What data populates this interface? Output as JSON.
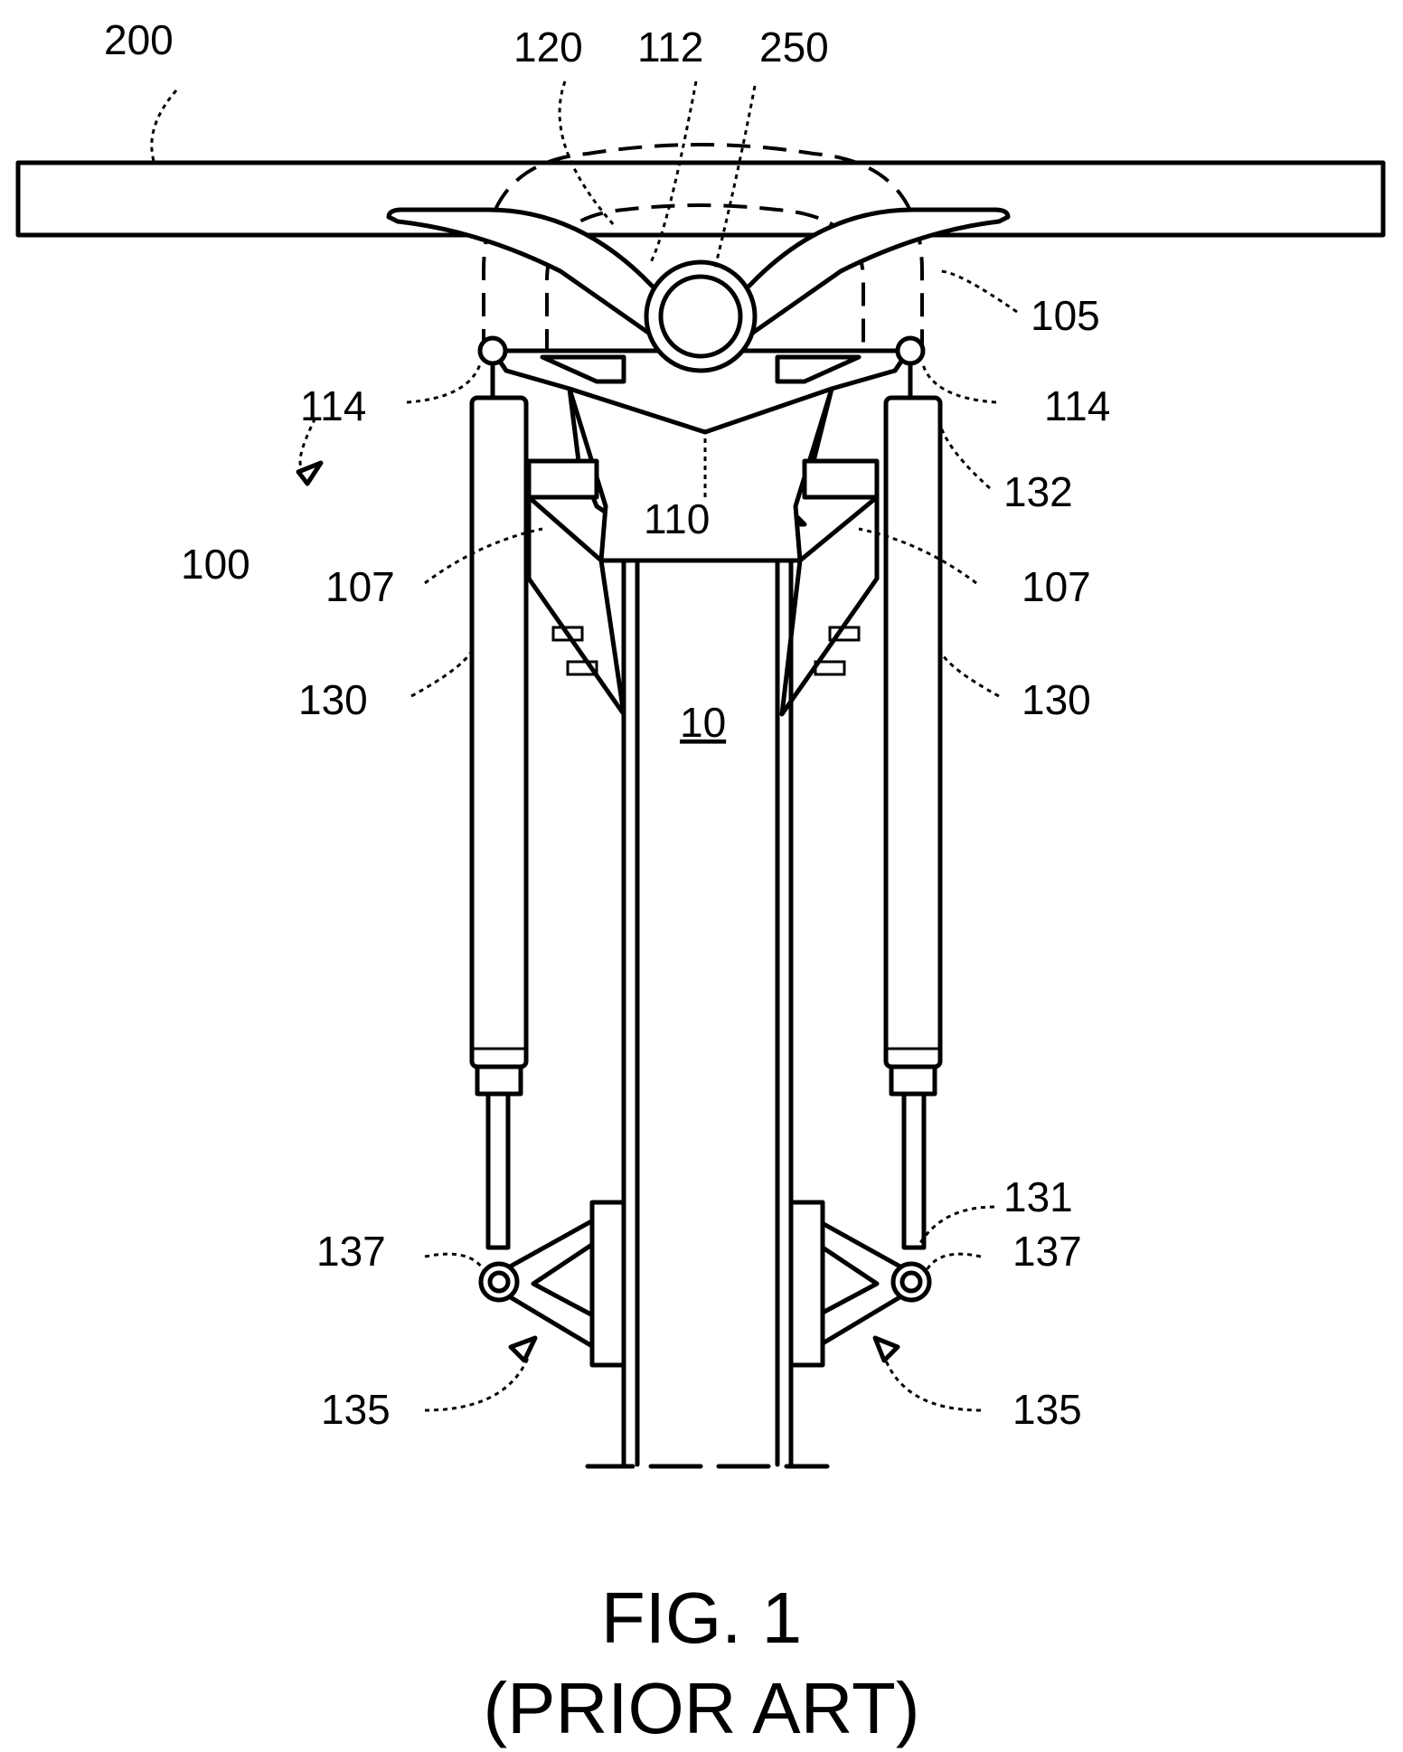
{
  "figure": {
    "title": "FIG. 1",
    "subtitle": "(PRIOR ART)"
  },
  "labels": {
    "l200": "200",
    "l120": "120",
    "l112": "112",
    "l250": "250",
    "l105": "105",
    "l114_left": "114",
    "l114_right": "114",
    "l132": "132",
    "l100": "100",
    "l110": "110",
    "l107_left": "107",
    "l107_right": "107",
    "l130_left": "130",
    "l130_right": "130",
    "l10": "10",
    "l131": "131",
    "l137_left": "137",
    "l137_right": "137",
    "l135_left": "135",
    "l135_right": "135"
  }
}
